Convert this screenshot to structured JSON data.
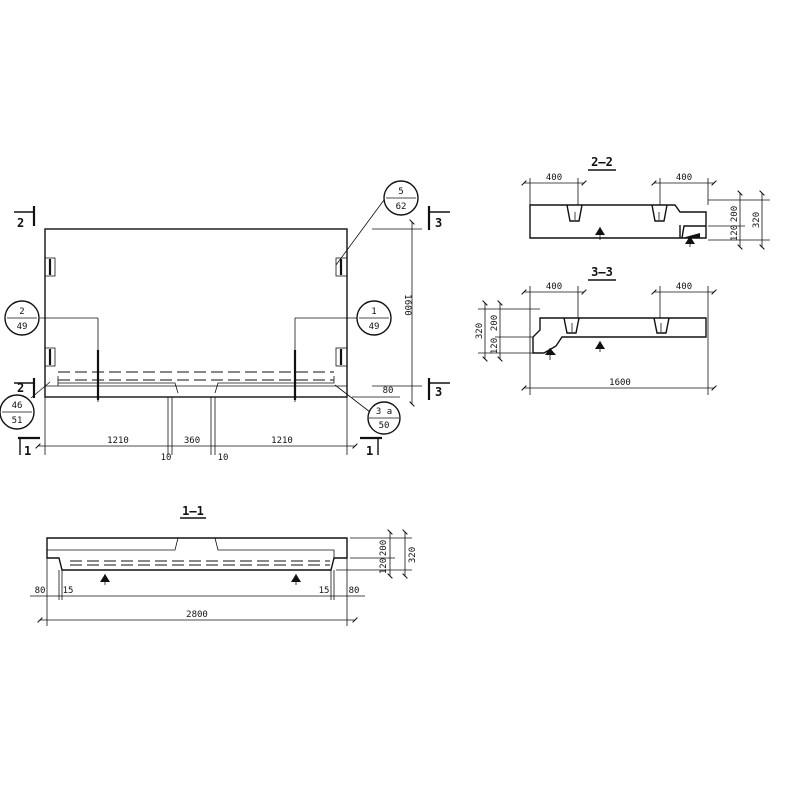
{
  "callouts": {
    "c5_62": {
      "top": "5",
      "bottom": "62"
    },
    "c2_49": {
      "top": "2",
      "bottom": "49"
    },
    "c1_49": {
      "top": "1",
      "bottom": "49"
    },
    "c46_51": {
      "top": "46",
      "bottom": "51"
    },
    "c3a_50": {
      "top": "3 a",
      "bottom": "50"
    }
  },
  "section_marks": {
    "s2_top": "2",
    "s2_bottom": "2",
    "s3_top": "3",
    "s3_bottom": "3",
    "s1_left": "1",
    "s1_right": "1"
  },
  "plan_dims": {
    "d1210_left": "1210",
    "d360": "360",
    "d1210_right": "1210",
    "d10_left": "10",
    "d10_right": "10",
    "d1600": "1600",
    "d80": "80"
  },
  "section_1_1": {
    "title": "1–1",
    "length": "2800",
    "left_80": "80",
    "left_15": "15",
    "right_15": "15",
    "right_80": "80",
    "h120": "120",
    "h200": "200",
    "h320": "320"
  },
  "section_2_2": {
    "title": "2–2",
    "w400_left": "400",
    "w400_right": "400",
    "h120": "120",
    "h200": "200",
    "h320": "320"
  },
  "section_3_3": {
    "title": "3–3",
    "w400_left": "400",
    "w400_right": "400",
    "width": "1600",
    "h320": "320",
    "h120": "120",
    "h200": "200"
  }
}
